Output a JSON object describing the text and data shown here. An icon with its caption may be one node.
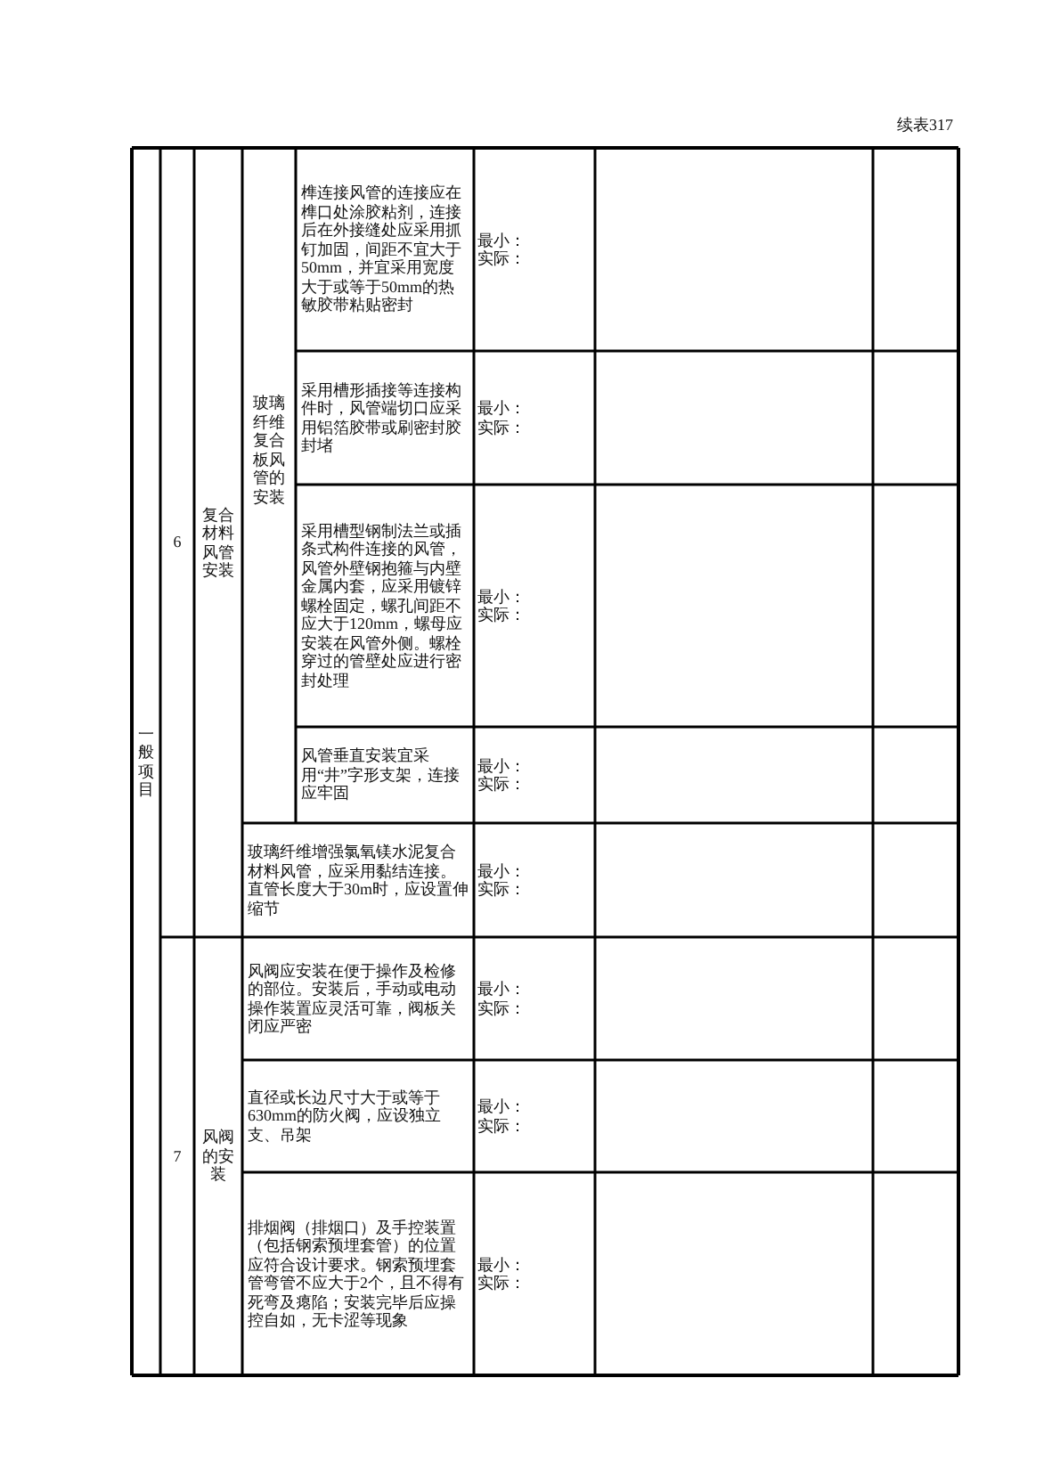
{
  "diagram": {
    "labels": [
      "续表317",
      "一般项目",
      "6",
      "复合材料风管安装",
      "玻璃纤维复合板风管的安装",
      "榫连接风管的连接应在榫口处涂胶粘剂，连接后在外接缝处应采用抓钉加固，间距不宜大于50mm，并宜采用宽度大于或等于50mm的热敏胶带粘贴密封",
      "最小：",
      "实际：",
      "采用槽形插接等连接构件时，风管端切口应采用铝箔胶带或刷密封胶封堵",
      "最小：",
      "实际：",
      "采用槽型钢制法兰或插条式构件连接的风管，风管外壁钢抱箍与内壁金属内套，应采用镀锌螺栓固定，螺孔间距不应大于120mm，螺母应安装在风管外侧。螺栓穿过的管壁处应进行密封处理",
      "最小：",
      "实际：",
      "风管垂直安装宜采用“井”字形支架，连接应牢固",
      "最小：",
      "实际：",
      "玻璃纤维增强氯氧镁水泥复合材料风管，应采用黏结连接。直管长度大于30m时，应设置伸缩节",
      "最小：",
      "实际：",
      "7",
      "风阀的安装",
      "风阀应安装在便于操作及检修的部位。安装后，手动或电动操作装置应灵活可靠，阀板关闭应严密",
      "最小：",
      "实际：",
      "直径或长边尺寸大于或等于630mm的防火阀，应设独立支、吊架",
      "最小：",
      "实际：",
      "排烟阀（排烟口）及手控装置（包括钢索预埋套管）的位置应符合设计要求。钢索预埋套管弯管不应大于2个，且不得有死弯及瘪陷；安装完毕后应操控自如，无卡涩等现象",
      "最小：",
      "实际："
    ]
  }
}
